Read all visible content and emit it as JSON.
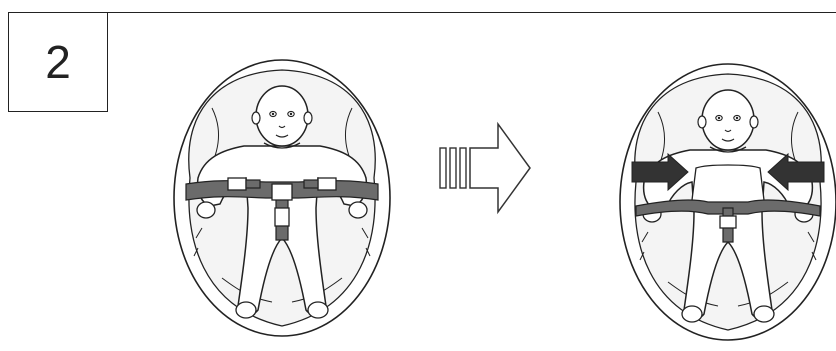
{
  "step": {
    "number": "2"
  },
  "colors": {
    "line": "#222222",
    "strap": "#6b6b6b",
    "pad": "#f2f2f2",
    "arrow": "#333333"
  },
  "icons": [
    "before-harness-illustration",
    "next-arrow-icon",
    "after-harness-illustration",
    "press-arrow-left-icon",
    "press-arrow-right-icon"
  ]
}
